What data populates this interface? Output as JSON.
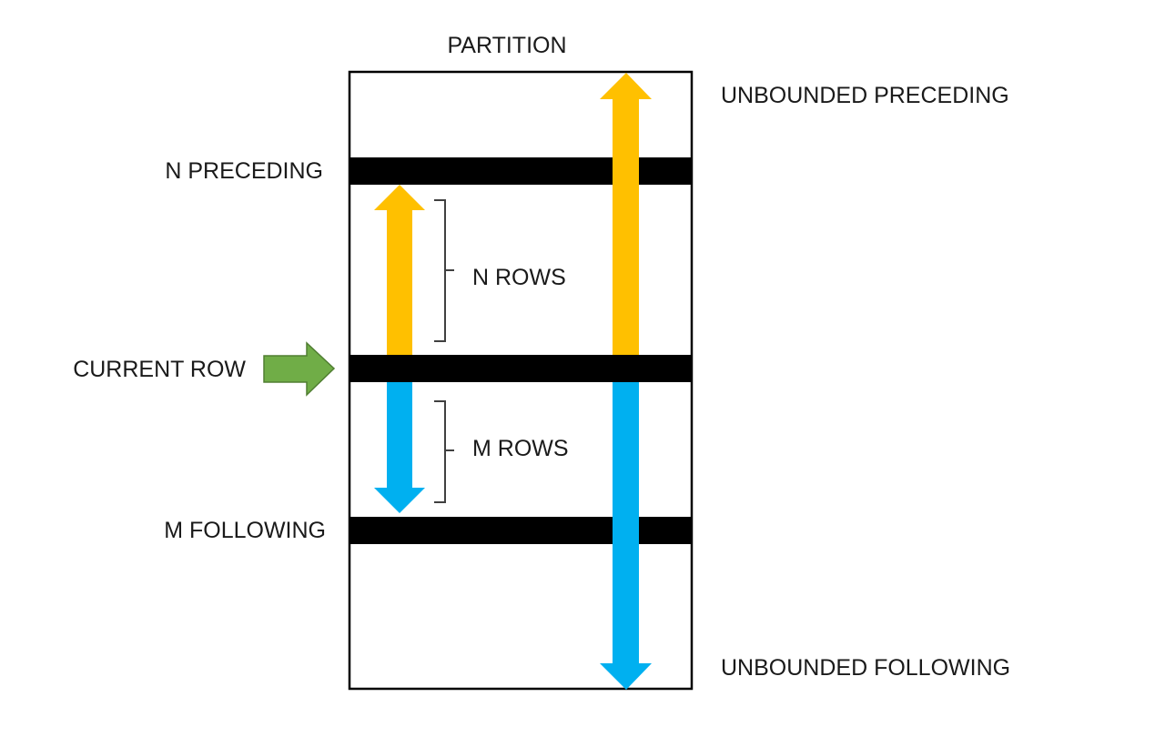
{
  "labels": {
    "partition": "PARTITION",
    "unbounded_preceding": "UNBOUNDED PRECEDING",
    "n_preceding": "N PRECEDING",
    "n_rows": "N ROWS",
    "current_row": "CURRENT ROW",
    "m_rows": "M ROWS",
    "m_following": "M FOLLOWING",
    "unbounded_following": "UNBOUNDED FOLLOWING"
  },
  "colors": {
    "preceding_arrow": "#FFC000",
    "following_arrow": "#00B0F0",
    "current_row_arrow": "#70AD47",
    "current_row_arrow_stroke": "#507E32",
    "row_bar": "#000000",
    "bracket": "#404040"
  }
}
